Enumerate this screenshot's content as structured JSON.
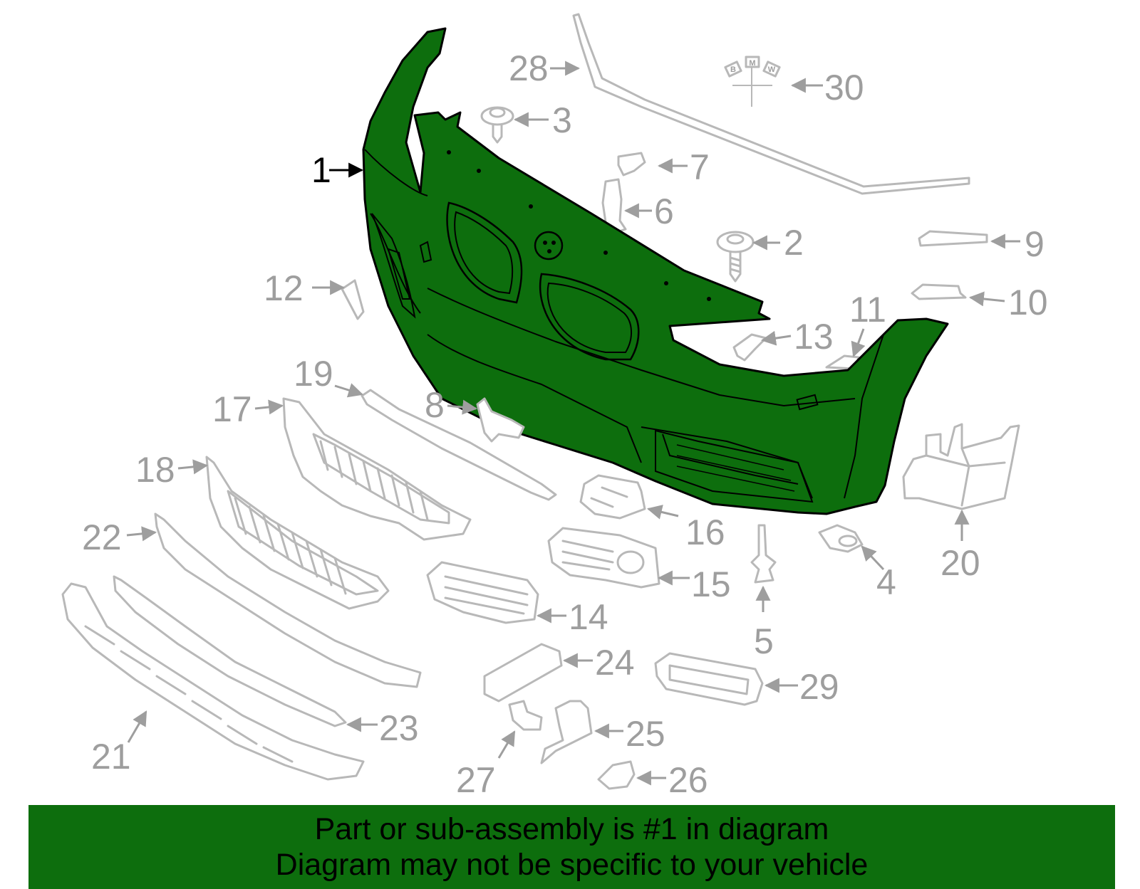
{
  "colors": {
    "highlight": "#0d6e0d",
    "banner": "#0d6e0d",
    "callout_gray": "#9e9e9e",
    "callout_highlight": "#000000",
    "part_outline": "#b8b8b8"
  },
  "logo_text": [
    "B",
    "M",
    "W"
  ],
  "callouts": [
    {
      "id": "1",
      "label": "1",
      "highlighted": true
    },
    {
      "id": "2",
      "label": "2"
    },
    {
      "id": "3",
      "label": "3"
    },
    {
      "id": "4",
      "label": "4"
    },
    {
      "id": "5",
      "label": "5"
    },
    {
      "id": "6",
      "label": "6"
    },
    {
      "id": "7",
      "label": "7"
    },
    {
      "id": "8",
      "label": "8"
    },
    {
      "id": "9",
      "label": "9"
    },
    {
      "id": "10",
      "label": "10"
    },
    {
      "id": "11",
      "label": "11"
    },
    {
      "id": "12",
      "label": "12"
    },
    {
      "id": "13",
      "label": "13"
    },
    {
      "id": "14",
      "label": "14"
    },
    {
      "id": "15",
      "label": "15"
    },
    {
      "id": "16",
      "label": "16"
    },
    {
      "id": "17",
      "label": "17"
    },
    {
      "id": "18",
      "label": "18"
    },
    {
      "id": "19",
      "label": "19"
    },
    {
      "id": "20",
      "label": "20"
    },
    {
      "id": "21",
      "label": "21"
    },
    {
      "id": "22",
      "label": "22"
    },
    {
      "id": "23",
      "label": "23"
    },
    {
      "id": "24",
      "label": "24"
    },
    {
      "id": "25",
      "label": "25"
    },
    {
      "id": "26",
      "label": "26"
    },
    {
      "id": "27",
      "label": "27"
    },
    {
      "id": "28",
      "label": "28"
    },
    {
      "id": "29",
      "label": "29"
    },
    {
      "id": "30",
      "label": "30"
    }
  ],
  "banner": {
    "line1": "Part or sub-assembly is #1 in diagram",
    "line2": "Diagram may not be specific to your vehicle"
  }
}
